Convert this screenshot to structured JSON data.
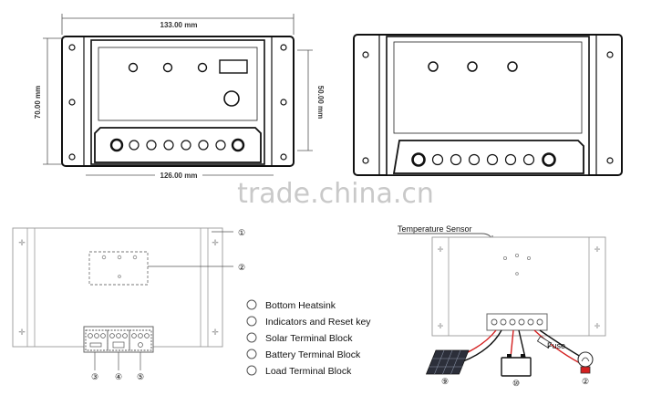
{
  "top_left_drawing": {
    "width_top": "133.00 mm",
    "width_bottom": "126.00 mm",
    "height_left": "70.00 mm",
    "height_right": "50.00 mm"
  },
  "watermark": "trade.china.cn",
  "callouts": {
    "one": "①",
    "two": "②",
    "three": "③",
    "four": "④",
    "five": "⑤",
    "nine": "⑨",
    "ten": "⑩"
  },
  "legend": [
    {
      "label": "Bottom Heatsink"
    },
    {
      "label": "Indicators and Reset key"
    },
    {
      "label": "Solar Terminal Block"
    },
    {
      "label": "Battery Terminal Block"
    },
    {
      "label": "Load Terminal Block"
    }
  ],
  "wiring": {
    "sensor_label": "Temperature Sensor",
    "fuse_label": "Fuse"
  }
}
